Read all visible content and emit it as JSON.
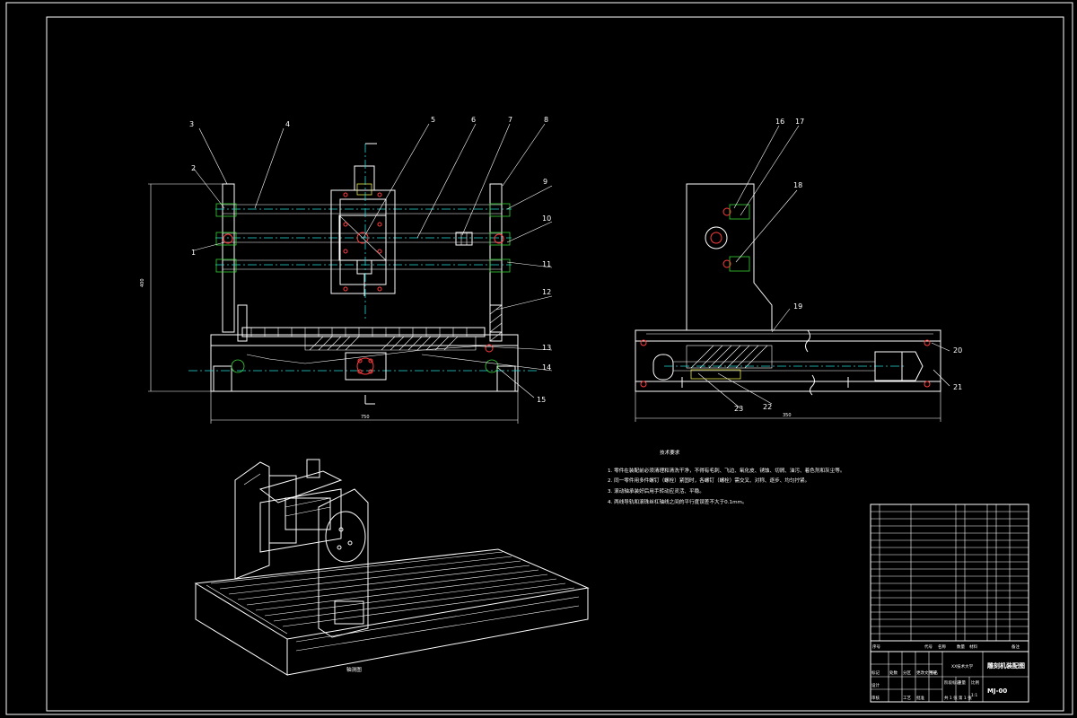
{
  "drawing": {
    "part_labels": [
      "1",
      "2",
      "3",
      "4",
      "5",
      "6",
      "7",
      "8",
      "9",
      "10",
      "11",
      "12",
      "13",
      "14",
      "15",
      "16",
      "17",
      "18",
      "19",
      "20",
      "21",
      "22",
      "23"
    ],
    "dimensions": {
      "front_width": "750",
      "front_height": "400",
      "side_width": "350"
    },
    "notes": {
      "title": "技术要求",
      "items": [
        "1. 零件在装配前必须清理和清洗干净，不得有毛刺、飞边、氧化皮、锈蚀、切屑、油污、着色剂和灰尘等。",
        "2. 同一零件用多件螺钉（螺栓）紧固时，各螺钉（螺栓）需交叉、对称、逐步、均匀拧紧。",
        "3. 滚动轴承装好后用手转动应灵活、平稳。",
        "4. 两线导轨和滚珠丝杠轴线之间的平行度误差不大于0.1mm。"
      ]
    },
    "iso_caption": "轴测图",
    "title_block": {
      "drawing_title": "雕刻机装配图",
      "drawing_number": "MJ-00",
      "company": "XX技术大学",
      "header_labels": [
        "序号",
        "代号",
        "名称",
        "数量",
        "材料",
        "备注"
      ],
      "row_labels": [
        "标记",
        "处数",
        "分区",
        "更改文件号",
        "签名",
        "年月日"
      ],
      "sub_labels": [
        "设计",
        "审核",
        "工艺",
        "批准"
      ],
      "scale_labels": [
        "阶段标记",
        "重量",
        "比例"
      ],
      "sheet": [
        "共 1 张",
        "第 1 张"
      ],
      "scale": "1:1"
    }
  }
}
